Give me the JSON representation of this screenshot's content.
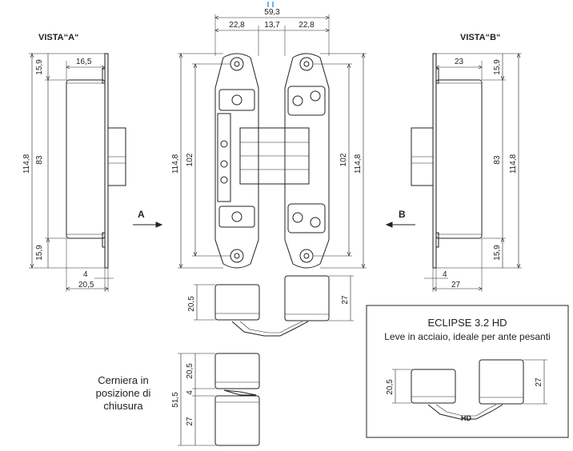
{
  "views": {
    "view_a_label": "VISTA“A“",
    "view_b_label": "VISTA“B“",
    "arrow_a": "A",
    "arrow_b": "B"
  },
  "dimensions": {
    "total_width": "59,3",
    "left_part": "22,8",
    "middle_part": "13,7",
    "right_part": "22,8",
    "a_depth": "16,5",
    "a_top": "15,9",
    "a_middle": "83",
    "a_total": "114,8",
    "a_bottom": "15,9",
    "a_small": "4",
    "a_base": "20,5",
    "front_total": "114,8",
    "front_inner": "102",
    "b_depth": "23",
    "b_top": "15,9",
    "b_middle": "83",
    "b_total": "114,8",
    "b_bottom": "15,9",
    "b_small": "4",
    "b_base": "27",
    "top_left": "20,5",
    "top_right": "27",
    "closed_a": "20,5",
    "closed_gap": "4",
    "closed_total": "51,5",
    "closed_b": "27",
    "box_left": "20,5",
    "box_right": "27"
  },
  "caption": {
    "line1": "Cerniera in",
    "line2": "posizione di",
    "line3": "chiusura"
  },
  "infobox": {
    "title": "ECLIPSE 3.2 HD",
    "subtitle": "Leve in acciaio, ideale per ante pesanti",
    "mark": "HD"
  },
  "colors": {
    "line": "#222222",
    "accent_tick": "#3aa0d0"
  }
}
